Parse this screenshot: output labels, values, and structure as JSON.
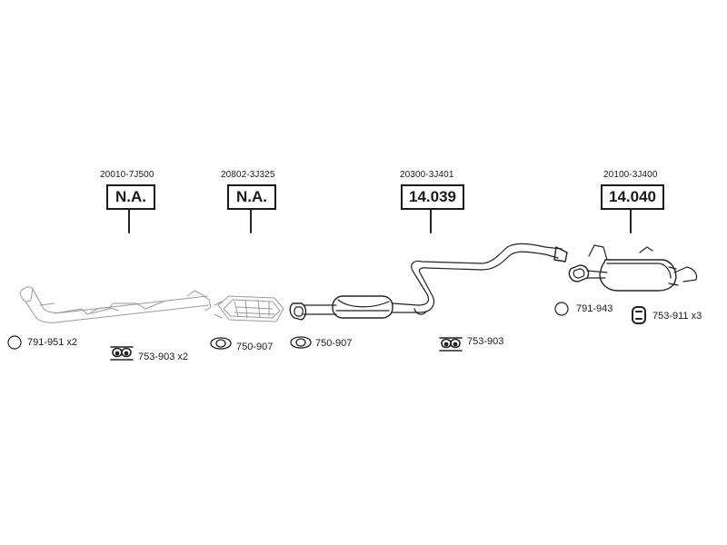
{
  "parts": [
    {
      "ref": "20010-7J500",
      "status": "N.A."
    },
    {
      "ref": "20802-3J325",
      "status": "N.A."
    },
    {
      "ref": "20300-3J401",
      "status": "14.039"
    },
    {
      "ref": "20100-3J400",
      "status": "14.040"
    }
  ],
  "accessories": [
    {
      "label": "791-951 x2",
      "icon": "ring-gasket-icon"
    },
    {
      "label": "753-903 x2",
      "icon": "rubber-hanger-icon"
    },
    {
      "label": "750-907",
      "icon": "flange-gasket-icon"
    },
    {
      "label": "750-907",
      "icon": "flange-gasket-icon"
    },
    {
      "label": "753-903",
      "icon": "rubber-hanger-icon"
    },
    {
      "label": "791-943",
      "icon": "ring-gasket-icon"
    },
    {
      "label": "753-911 x3",
      "icon": "rubber-mount-icon"
    }
  ]
}
